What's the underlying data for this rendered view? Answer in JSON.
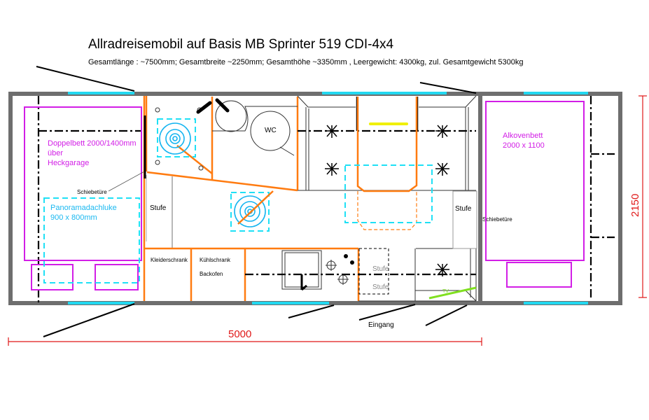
{
  "header": {
    "title": "Allradreisemobil auf Basis MB Sprinter 519 CDI-4x4",
    "specs": "Gesamtlänge : ~7500mm; Gesamtbreite ~2250mm; Gesamthöhe ~3350mm , Leergewicht: 4300kg, zul. Gesamtgewicht 5300kg"
  },
  "labels": {
    "rear_bed": [
      "Doppelbett 2000/1400mm",
      "über",
      "Heckgarage"
    ],
    "skylight": [
      "Panoramadachluke",
      "900 x 800mm"
    ],
    "sliding_door_rear": "Schiebetüre",
    "sliding_door_front": "Schiebetüre",
    "wc": "WC",
    "step_left": "Stufe",
    "step_right": "Stufe",
    "wardrobe": "Kleiderschrank",
    "fridge": "Kühlschrank",
    "oven": "Backofen",
    "entry_steps": [
      "Stufe",
      "Stufe"
    ],
    "entrance": "Eingang",
    "tv": "TV",
    "alcove_bed": [
      "Alkovenbett",
      "2000 x 1100"
    ]
  },
  "dimensions": {
    "length": "5000",
    "width": "2150"
  },
  "colors": {
    "walls": "#6e6e6e",
    "windows": "#22d8f0",
    "furniture": "#ff7b10",
    "beds": "#d21ee6",
    "skylights": "#1fe0f5",
    "dimension": "#e01818",
    "light": "#f0f000",
    "tv": "#80e020"
  }
}
